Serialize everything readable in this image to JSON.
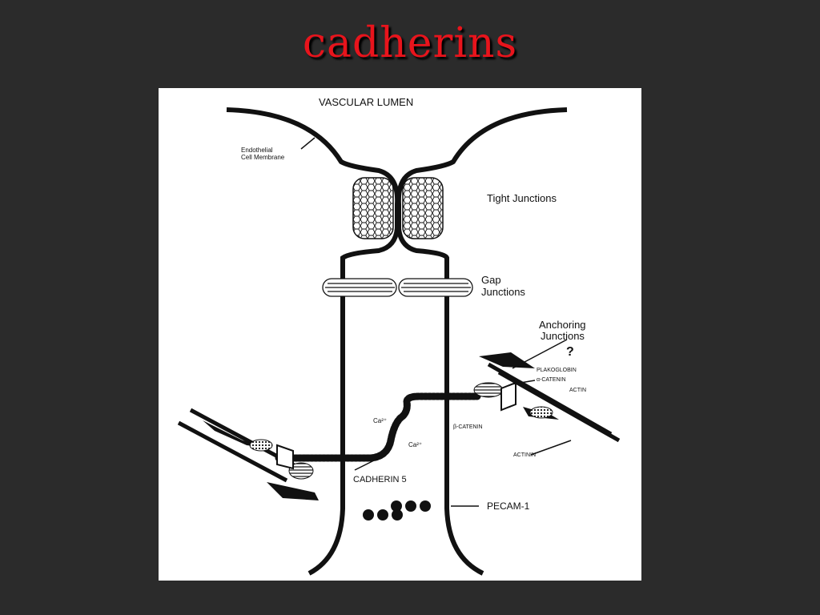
{
  "slide": {
    "title": "cadherins",
    "colors": {
      "background": "#2b2b2b",
      "title": "#e8141c",
      "panel": "#ffffff",
      "ink": "#111111"
    }
  },
  "diagram": {
    "labels": {
      "vascular_lumen": "VASCULAR LUMEN",
      "endothelial_line1": "Endothelial",
      "endothelial_line2": "Cell Membrane",
      "tight_junctions": "Tight Junctions",
      "gap_line1": "Gap",
      "gap_line2": "Junctions",
      "anchoring_line1": "Anchoring",
      "anchoring_line2": "Junctions",
      "question": "?",
      "plakoglobin": "PLAKOGLOBIN",
      "alpha_catenin": "α-CATENIN",
      "actin": "ACTIN",
      "beta_catenin": "β-CATENIN",
      "actinin": "ACTININ",
      "ca_upper": "Ca²⁺",
      "ca_lower": "Ca²⁺",
      "cadherin5": "CADHERIN 5",
      "pecam1": "PECAM-1"
    }
  }
}
